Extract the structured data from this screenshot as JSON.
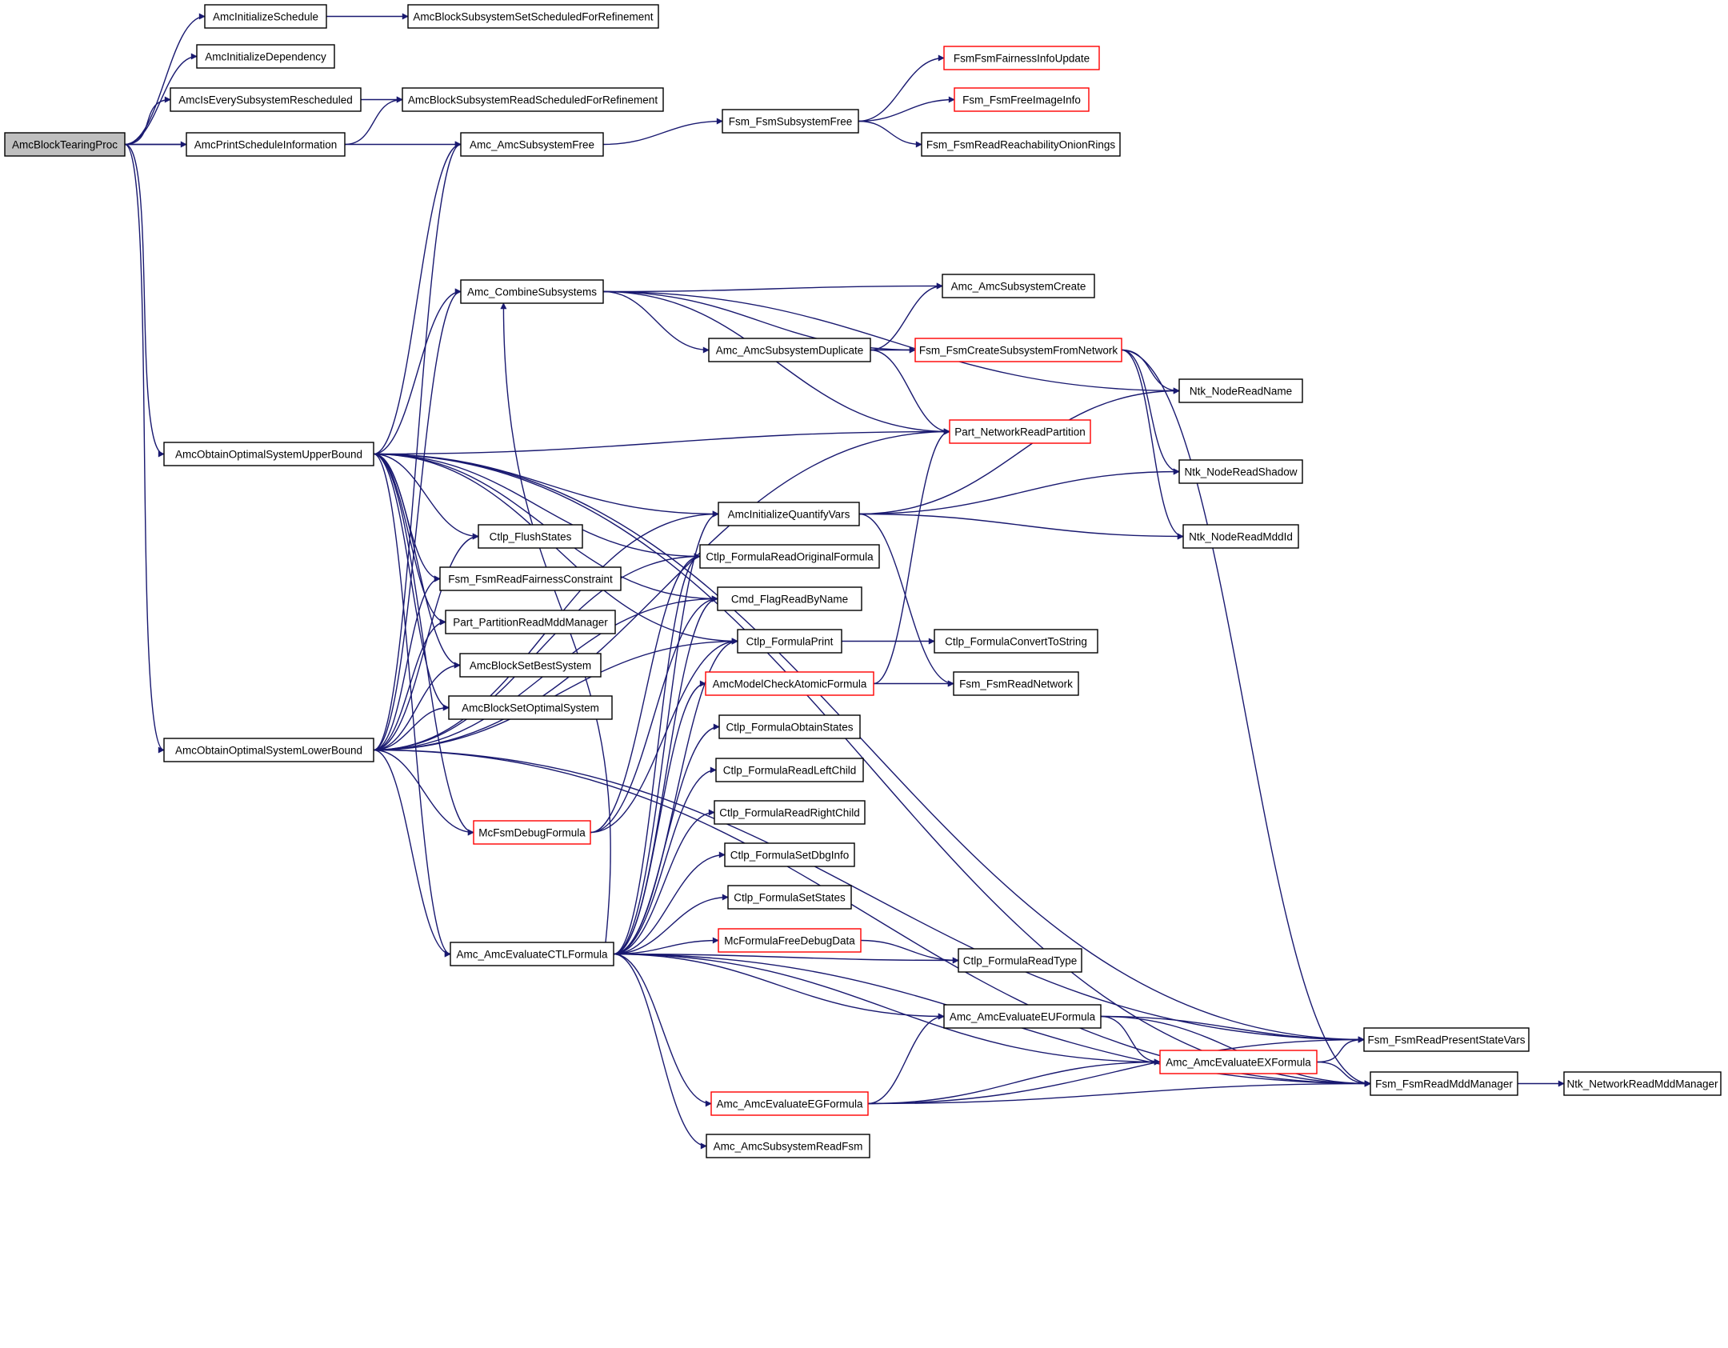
{
  "colors": {
    "edge": "#191970",
    "border": "#000000",
    "border_truncated": "#ff0000",
    "root_fill": "#bfbfbf",
    "node_fill": "#ffffff"
  },
  "graph": {
    "root": "AmcBlockTearingProc",
    "nodes": [
      {
        "id": "AmcBlockTearingProc",
        "label": "AmcBlockTearingProc",
        "root": true
      },
      {
        "id": "AmcInitializeSchedule",
        "label": "AmcInitializeSchedule"
      },
      {
        "id": "AmcBlockSubsystemSetScheduledForRefinement",
        "label": "AmcBlockSubsystemSetScheduledForRefinement"
      },
      {
        "id": "AmcInitializeDependency",
        "label": "AmcInitializeDependency"
      },
      {
        "id": "AmcIsEverySubsystemRescheduled",
        "label": "AmcIsEverySubsystemRescheduled"
      },
      {
        "id": "AmcBlockSubsystemReadScheduledForRefinement",
        "label": "AmcBlockSubsystemReadScheduledForRefinement"
      },
      {
        "id": "AmcPrintScheduleInformation",
        "label": "AmcPrintScheduleInformation"
      },
      {
        "id": "Amc_AmcSubsystemFree",
        "label": "Amc_AmcSubsystemFree"
      },
      {
        "id": "Fsm_FsmSubsystemFree",
        "label": "Fsm_FsmSubsystemFree"
      },
      {
        "id": "FsmFsmFairnessInfoUpdate",
        "label": "FsmFsmFairnessInfoUpdate",
        "truncated": true
      },
      {
        "id": "Fsm_FsmFreeImageInfo",
        "label": "Fsm_FsmFreeImageInfo",
        "truncated": true
      },
      {
        "id": "Fsm_FsmReadReachabilityOnionRings",
        "label": "Fsm_FsmReadReachabilityOnionRings"
      },
      {
        "id": "Amc_CombineSubsystems",
        "label": "Amc_CombineSubsystems"
      },
      {
        "id": "Amc_AmcSubsystemCreate",
        "label": "Amc_AmcSubsystemCreate"
      },
      {
        "id": "Amc_AmcSubsystemDuplicate",
        "label": "Amc_AmcSubsystemDuplicate"
      },
      {
        "id": "Fsm_FsmCreateSubsystemFromNetwork",
        "label": "Fsm_FsmCreateSubsystemFromNetwork",
        "truncated": true
      },
      {
        "id": "Ntk_NodeReadName",
        "label": "Ntk_NodeReadName"
      },
      {
        "id": "Part_NetworkReadPartition",
        "label": "Part_NetworkReadPartition",
        "truncated": true
      },
      {
        "id": "AmcObtainOptimalSystemUpperBound",
        "label": "AmcObtainOptimalSystemUpperBound"
      },
      {
        "id": "Ntk_NodeReadShadow",
        "label": "Ntk_NodeReadShadow"
      },
      {
        "id": "AmcInitializeQuantifyVars",
        "label": "AmcInitializeQuantifyVars"
      },
      {
        "id": "Ctlp_FlushStates",
        "label": "Ctlp_FlushStates"
      },
      {
        "id": "Ntk_NodeReadMddId",
        "label": "Ntk_NodeReadMddId"
      },
      {
        "id": "Ctlp_FormulaReadOriginalFormula",
        "label": "Ctlp_FormulaReadOriginalFormula"
      },
      {
        "id": "Fsm_FsmReadFairnessConstraint",
        "label": "Fsm_FsmReadFairnessConstraint"
      },
      {
        "id": "Cmd_FlagReadByName",
        "label": "Cmd_FlagReadByName"
      },
      {
        "id": "Part_PartitionReadMddManager",
        "label": "Part_PartitionReadMddManager"
      },
      {
        "id": "Ctlp_FormulaPrint",
        "label": "Ctlp_FormulaPrint"
      },
      {
        "id": "Ctlp_FormulaConvertToString",
        "label": "Ctlp_FormulaConvertToString"
      },
      {
        "id": "AmcBlockSetBestSystem",
        "label": "AmcBlockSetBestSystem"
      },
      {
        "id": "AmcModelCheckAtomicFormula",
        "label": "AmcModelCheckAtomicFormula",
        "truncated": true
      },
      {
        "id": "Fsm_FsmReadNetwork",
        "label": "Fsm_FsmReadNetwork"
      },
      {
        "id": "AmcBlockSetOptimalSystem",
        "label": "AmcBlockSetOptimalSystem"
      },
      {
        "id": "Ctlp_FormulaObtainStates",
        "label": "Ctlp_FormulaObtainStates"
      },
      {
        "id": "AmcObtainOptimalSystemLowerBound",
        "label": "AmcObtainOptimalSystemLowerBound"
      },
      {
        "id": "Ctlp_FormulaReadLeftChild",
        "label": "Ctlp_FormulaReadLeftChild"
      },
      {
        "id": "Ctlp_FormulaReadRightChild",
        "label": "Ctlp_FormulaReadRightChild"
      },
      {
        "id": "McFsmDebugFormula",
        "label": "McFsmDebugFormula",
        "truncated": true
      },
      {
        "id": "Ctlp_FormulaSetDbgInfo",
        "label": "Ctlp_FormulaSetDbgInfo"
      },
      {
        "id": "Ctlp_FormulaSetStates",
        "label": "Ctlp_FormulaSetStates"
      },
      {
        "id": "McFormulaFreeDebugData",
        "label": "McFormulaFreeDebugData",
        "truncated": true
      },
      {
        "id": "Amc_AmcEvaluateCTLFormula",
        "label": "Amc_AmcEvaluateCTLFormula"
      },
      {
        "id": "Ctlp_FormulaReadType",
        "label": "Ctlp_FormulaReadType"
      },
      {
        "id": "Amc_AmcEvaluateEUFormula",
        "label": "Amc_AmcEvaluateEUFormula"
      },
      {
        "id": "Fsm_FsmReadPresentStateVars",
        "label": "Fsm_FsmReadPresentStateVars"
      },
      {
        "id": "Amc_AmcEvaluateEXFormula",
        "label": "Amc_AmcEvaluateEXFormula",
        "truncated": true
      },
      {
        "id": "Amc_AmcEvaluateEGFormula",
        "label": "Amc_AmcEvaluateEGFormula",
        "truncated": true
      },
      {
        "id": "Fsm_FsmReadMddManager",
        "label": "Fsm_FsmReadMddManager"
      },
      {
        "id": "Ntk_NetworkReadMddManager",
        "label": "Ntk_NetworkReadMddManager"
      },
      {
        "id": "Amc_AmcSubsystemReadFsm",
        "label": "Amc_AmcSubsystemReadFsm"
      }
    ],
    "edges": [
      {
        "from": "AmcBlockTearingProc",
        "to": "AmcInitializeSchedule"
      },
      {
        "from": "AmcBlockTearingProc",
        "to": "AmcInitializeDependency"
      },
      {
        "from": "AmcBlockTearingProc",
        "to": "AmcIsEverySubsystemRescheduled"
      },
      {
        "from": "AmcBlockTearingProc",
        "to": "AmcPrintScheduleInformation"
      },
      {
        "from": "AmcBlockTearingProc",
        "to": "Amc_AmcSubsystemFree"
      },
      {
        "from": "AmcBlockTearingProc",
        "to": "AmcObtainOptimalSystemUpperBound"
      },
      {
        "from": "AmcBlockTearingProc",
        "to": "AmcObtainOptimalSystemLowerBound"
      },
      {
        "from": "AmcInitializeSchedule",
        "to": "AmcBlockSubsystemSetScheduledForRefinement"
      },
      {
        "from": "AmcIsEverySubsystemRescheduled",
        "to": "AmcBlockSubsystemReadScheduledForRefinement"
      },
      {
        "from": "AmcPrintScheduleInformation",
        "to": "AmcBlockSubsystemReadScheduledForRefinement"
      },
      {
        "from": "Amc_AmcSubsystemFree",
        "to": "Fsm_FsmSubsystemFree"
      },
      {
        "from": "Fsm_FsmSubsystemFree",
        "to": "FsmFsmFairnessInfoUpdate"
      },
      {
        "from": "Fsm_FsmSubsystemFree",
        "to": "Fsm_FsmFreeImageInfo"
      },
      {
        "from": "Fsm_FsmSubsystemFree",
        "to": "Fsm_FsmReadReachabilityOnionRings"
      },
      {
        "from": "AmcObtainOptimalSystemUpperBound",
        "to": "Amc_AmcSubsystemFree"
      },
      {
        "from": "AmcObtainOptimalSystemUpperBound",
        "to": "Fsm_FsmReadPresentStateVars"
      },
      {
        "from": "AmcObtainOptimalSystemUpperBound",
        "to": "Fsm_FsmReadMddManager"
      },
      {
        "from": "AmcObtainOptimalSystemUpperBound",
        "to": "Amc_CombineSubsystems"
      },
      {
        "from": "AmcObtainOptimalSystemUpperBound",
        "to": "Part_NetworkReadPartition"
      },
      {
        "from": "AmcObtainOptimalSystemUpperBound",
        "to": "AmcInitializeQuantifyVars"
      },
      {
        "from": "AmcObtainOptimalSystemUpperBound",
        "to": "Ctlp_FormulaReadOriginalFormula"
      },
      {
        "from": "AmcObtainOptimalSystemUpperBound",
        "to": "Cmd_FlagReadByName"
      },
      {
        "from": "AmcObtainOptimalSystemUpperBound",
        "to": "Ctlp_FormulaPrint"
      },
      {
        "from": "AmcObtainOptimalSystemUpperBound",
        "to": "Ctlp_FlushStates"
      },
      {
        "from": "AmcObtainOptimalSystemUpperBound",
        "to": "Fsm_FsmReadFairnessConstraint"
      },
      {
        "from": "AmcObtainOptimalSystemUpperBound",
        "to": "Part_PartitionReadMddManager"
      },
      {
        "from": "AmcObtainOptimalSystemUpperBound",
        "to": "AmcBlockSetBestSystem"
      },
      {
        "from": "AmcObtainOptimalSystemUpperBound",
        "to": "AmcBlockSetOptimalSystem"
      },
      {
        "from": "AmcObtainOptimalSystemUpperBound",
        "to": "McFsmDebugFormula"
      },
      {
        "from": "AmcObtainOptimalSystemUpperBound",
        "to": "Amc_AmcEvaluateCTLFormula"
      },
      {
        "from": "AmcObtainOptimalSystemLowerBound",
        "to": "Amc_AmcSubsystemFree"
      },
      {
        "from": "AmcObtainOptimalSystemLowerBound",
        "to": "Amc_CombineSubsystems"
      },
      {
        "from": "AmcObtainOptimalSystemLowerBound",
        "to": "Ctlp_FlushStates"
      },
      {
        "from": "AmcObtainOptimalSystemLowerBound",
        "to": "Fsm_FsmReadFairnessConstraint"
      },
      {
        "from": "AmcObtainOptimalSystemLowerBound",
        "to": "Part_PartitionReadMddManager"
      },
      {
        "from": "AmcObtainOptimalSystemLowerBound",
        "to": "AmcBlockSetBestSystem"
      },
      {
        "from": "AmcObtainOptimalSystemLowerBound",
        "to": "AmcBlockSetOptimalSystem"
      },
      {
        "from": "AmcObtainOptimalSystemLowerBound",
        "to": "AmcInitializeQuantifyVars"
      },
      {
        "from": "AmcObtainOptimalSystemLowerBound",
        "to": "Ctlp_FormulaReadOriginalFormula"
      },
      {
        "from": "AmcObtainOptimalSystemLowerBound",
        "to": "Cmd_FlagReadByName"
      },
      {
        "from": "AmcObtainOptimalSystemLowerBound",
        "to": "Ctlp_FormulaPrint"
      },
      {
        "from": "AmcObtainOptimalSystemLowerBound",
        "to": "McFsmDebugFormula"
      },
      {
        "from": "AmcObtainOptimalSystemLowerBound",
        "to": "Amc_AmcEvaluateCTLFormula"
      },
      {
        "from": "AmcObtainOptimalSystemLowerBound",
        "to": "Part_NetworkReadPartition"
      },
      {
        "from": "AmcObtainOptimalSystemLowerBound",
        "to": "Fsm_FsmReadPresentStateVars"
      },
      {
        "from": "AmcObtainOptimalSystemLowerBound",
        "to": "Fsm_FsmReadMddManager"
      },
      {
        "from": "Amc_CombineSubsystems",
        "to": "Amc_AmcSubsystemCreate"
      },
      {
        "from": "Amc_CombineSubsystems",
        "to": "Amc_AmcSubsystemDuplicate"
      },
      {
        "from": "Amc_CombineSubsystems",
        "to": "Fsm_FsmCreateSubsystemFromNetwork"
      },
      {
        "from": "Amc_CombineSubsystems",
        "to": "Ntk_NodeReadName"
      },
      {
        "from": "Amc_CombineSubsystems",
        "to": "Part_NetworkReadPartition"
      },
      {
        "from": "Amc_AmcSubsystemDuplicate",
        "to": "Amc_AmcSubsystemCreate"
      },
      {
        "from": "Amc_AmcSubsystemDuplicate",
        "to": "Fsm_FsmCreateSubsystemFromNetwork"
      },
      {
        "from": "Amc_AmcSubsystemDuplicate",
        "to": "Part_NetworkReadPartition"
      },
      {
        "from": "Fsm_FsmCreateSubsystemFromNetwork",
        "to": "Ntk_NodeReadName"
      },
      {
        "from": "Fsm_FsmCreateSubsystemFromNetwork",
        "to": "Ntk_NodeReadShadow"
      },
      {
        "from": "Fsm_FsmCreateSubsystemFromNetwork",
        "to": "Ntk_NodeReadMddId"
      },
      {
        "from": "Fsm_FsmCreateSubsystemFromNetwork",
        "to": "Fsm_FsmReadMddManager"
      },
      {
        "from": "AmcInitializeQuantifyVars",
        "to": "Ntk_NodeReadName"
      },
      {
        "from": "AmcInitializeQuantifyVars",
        "to": "Ntk_NodeReadShadow"
      },
      {
        "from": "AmcInitializeQuantifyVars",
        "to": "Ntk_NodeReadMddId"
      },
      {
        "from": "AmcInitializeQuantifyVars",
        "to": "Fsm_FsmReadNetwork"
      },
      {
        "from": "Ctlp_FormulaPrint",
        "to": "Ctlp_FormulaConvertToString"
      },
      {
        "from": "AmcModelCheckAtomicFormula",
        "to": "Fsm_FsmReadNetwork"
      },
      {
        "from": "AmcModelCheckAtomicFormula",
        "to": "Part_NetworkReadPartition"
      },
      {
        "from": "McFsmDebugFormula",
        "to": "Ctlp_FormulaReadOriginalFormula"
      },
      {
        "from": "McFsmDebugFormula",
        "to": "Cmd_FlagReadByName"
      },
      {
        "from": "McFsmDebugFormula",
        "to": "Ctlp_FormulaPrint"
      },
      {
        "from": "Amc_AmcEvaluateCTLFormula",
        "to": "Amc_CombineSubsystems"
      },
      {
        "from": "Amc_AmcEvaluateCTLFormula",
        "to": "AmcInitializeQuantifyVars"
      },
      {
        "from": "Amc_AmcEvaluateCTLFormula",
        "to": "Ctlp_FormulaReadOriginalFormula"
      },
      {
        "from": "Amc_AmcEvaluateCTLFormula",
        "to": "Cmd_FlagReadByName"
      },
      {
        "from": "Amc_AmcEvaluateCTLFormula",
        "to": "Ctlp_FormulaPrint"
      },
      {
        "from": "Amc_AmcEvaluateCTLFormula",
        "to": "AmcModelCheckAtomicFormula"
      },
      {
        "from": "Amc_AmcEvaluateCTLFormula",
        "to": "Ctlp_FormulaObtainStates"
      },
      {
        "from": "Amc_AmcEvaluateCTLFormula",
        "to": "Ctlp_FormulaReadLeftChild"
      },
      {
        "from": "Amc_AmcEvaluateCTLFormula",
        "to": "Ctlp_FormulaReadRightChild"
      },
      {
        "from": "Amc_AmcEvaluateCTLFormula",
        "to": "Ctlp_FormulaSetDbgInfo"
      },
      {
        "from": "Amc_AmcEvaluateCTLFormula",
        "to": "Ctlp_FormulaSetStates"
      },
      {
        "from": "Amc_AmcEvaluateCTLFormula",
        "to": "McFormulaFreeDebugData"
      },
      {
        "from": "Amc_AmcEvaluateCTLFormula",
        "to": "Ctlp_FormulaReadType"
      },
      {
        "from": "Amc_AmcEvaluateCTLFormula",
        "to": "Amc_AmcEvaluateEUFormula"
      },
      {
        "from": "Amc_AmcEvaluateCTLFormula",
        "to": "Amc_AmcEvaluateEXFormula"
      },
      {
        "from": "Amc_AmcEvaluateCTLFormula",
        "to": "Amc_AmcEvaluateEGFormula"
      },
      {
        "from": "Amc_AmcEvaluateCTLFormula",
        "to": "Amc_AmcSubsystemReadFsm"
      },
      {
        "from": "Amc_AmcEvaluateCTLFormula",
        "to": "Fsm_FsmReadMddManager"
      },
      {
        "from": "McFormulaFreeDebugData",
        "to": "Ctlp_FormulaReadType"
      },
      {
        "from": "Amc_AmcEvaluateEUFormula",
        "to": "Fsm_FsmReadPresentStateVars"
      },
      {
        "from": "Amc_AmcEvaluateEUFormula",
        "to": "Amc_AmcEvaluateEXFormula"
      },
      {
        "from": "Amc_AmcEvaluateEUFormula",
        "to": "Fsm_FsmReadMddManager"
      },
      {
        "from": "Amc_AmcEvaluateEXFormula",
        "to": "Fsm_FsmReadPresentStateVars"
      },
      {
        "from": "Amc_AmcEvaluateEXFormula",
        "to": "Fsm_FsmReadMddManager"
      },
      {
        "from": "Amc_AmcEvaluateEGFormula",
        "to": "Amc_AmcEvaluateEUFormula"
      },
      {
        "from": "Amc_AmcEvaluateEGFormula",
        "to": "Amc_AmcEvaluateEXFormula"
      },
      {
        "from": "Amc_AmcEvaluateEGFormula",
        "to": "Fsm_FsmReadPresentStateVars"
      },
      {
        "from": "Amc_AmcEvaluateEGFormula",
        "to": "Fsm_FsmReadMddManager"
      },
      {
        "from": "Fsm_FsmReadMddManager",
        "to": "Ntk_NetworkReadMddManager"
      }
    ]
  }
}
